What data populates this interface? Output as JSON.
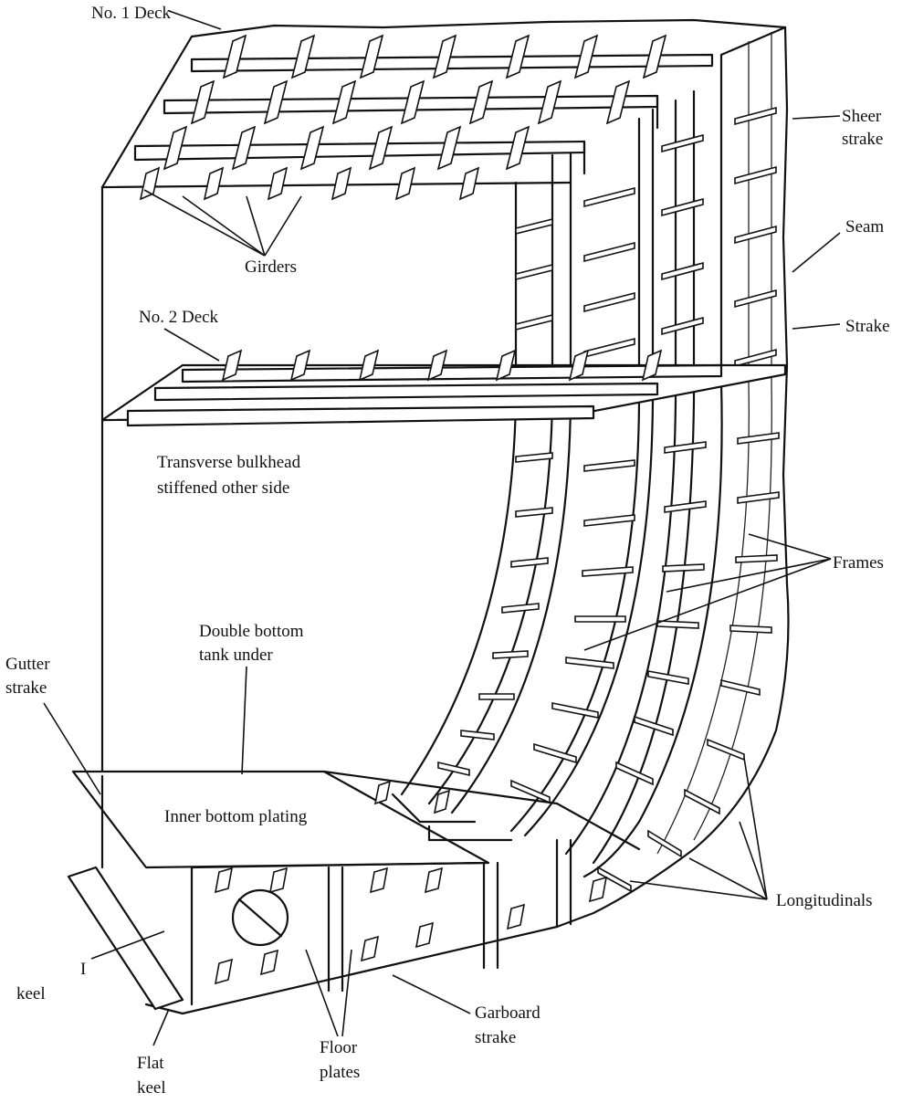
{
  "labels": {
    "no1_deck": "No. 1 Deck",
    "sheer_strake_1": "Sheer",
    "sheer_strake_2": "strake",
    "seam": "Seam",
    "girders": "Girders",
    "strake": "Strake",
    "no2_deck": "No. 2 Deck",
    "bulkhead_1": "Transverse bulkhead",
    "bulkhead_2": "stiffened other side",
    "frames": "Frames",
    "double_bottom_1": "Double bottom",
    "double_bottom_2": "tank under",
    "gutter_1": "Gutter",
    "gutter_2": "strake",
    "inner_bottom": "Inner bottom plating",
    "longitudinals": "Longitudinals",
    "i_mark": "I",
    "keel": "keel",
    "garboard_1": "Garboard",
    "garboard_2": "strake",
    "floor_1": "Floor",
    "floor_2": "plates",
    "flat_keel_1": "Flat",
    "flat_keel_2": "keel"
  }
}
